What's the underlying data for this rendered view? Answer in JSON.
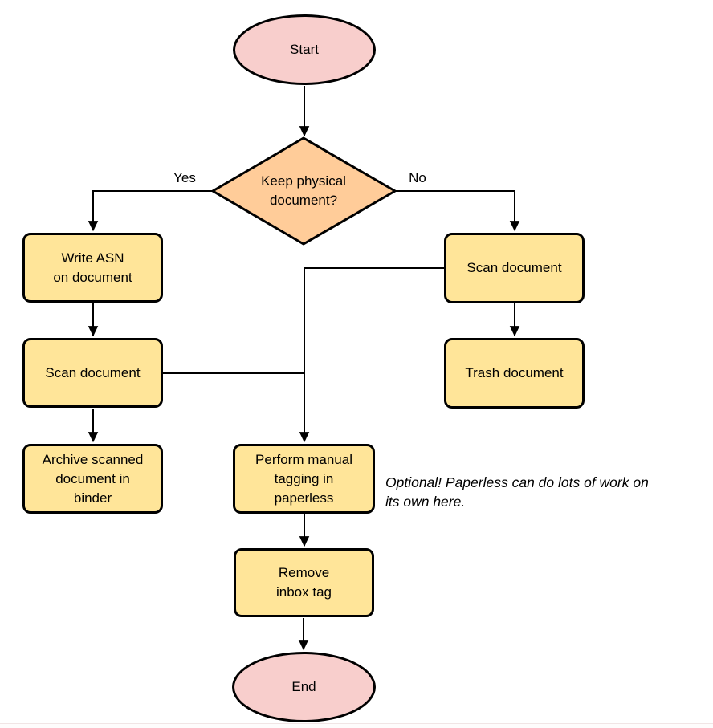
{
  "diagram": {
    "nodes": {
      "start": {
        "label": "Start"
      },
      "decision": {
        "label": "Keep physical\ndocument?"
      },
      "write_asn": {
        "label": "Write ASN\non document"
      },
      "scan_left": {
        "label": "Scan document"
      },
      "archive": {
        "label": "Archive scanned\ndocument in\nbinder"
      },
      "scan_right": {
        "label": "Scan document"
      },
      "trash": {
        "label": "Trash document"
      },
      "perform_tagging": {
        "label": "Perform manual\ntagging in\npaperless"
      },
      "remove_inbox": {
        "label": "Remove\ninbox tag"
      },
      "end": {
        "label": "End"
      }
    },
    "edge_labels": {
      "yes": "Yes",
      "no": "No"
    },
    "annotation": "Optional! Paperless can do lots of work on\nits own here."
  },
  "colors": {
    "terminal_fill": "#f8cecc",
    "decision_fill": "#ffcc99",
    "process_fill": "#ffe599",
    "stroke": "#000000",
    "line": "#000000"
  }
}
